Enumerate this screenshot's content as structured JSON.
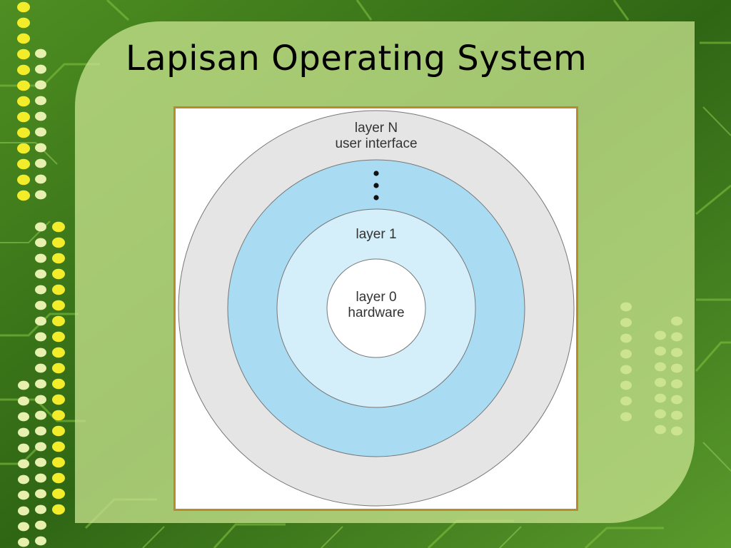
{
  "slide": {
    "title": "Lapisan Operating System"
  },
  "diagram": {
    "layers": [
      {
        "id": "layer-n",
        "lines": [
          "layer N",
          "user interface"
        ],
        "fill": "#e5e5e5"
      },
      {
        "id": "layer-middle",
        "lines": [],
        "fill": "#a9dcf3",
        "ellipsis": true
      },
      {
        "id": "layer-1",
        "lines": [
          "layer 1"
        ],
        "fill": "#d4eefa"
      },
      {
        "id": "layer-0",
        "lines": [
          "layer 0",
          "hardware"
        ],
        "fill": "#ffffff"
      }
    ]
  },
  "colors": {
    "background": "#3f7a1c",
    "panel": "#c4e08c",
    "frame_border": "#b98a2e",
    "dots_yellow": "#f3ec2a",
    "dots_pale": "#e8f0b0"
  }
}
